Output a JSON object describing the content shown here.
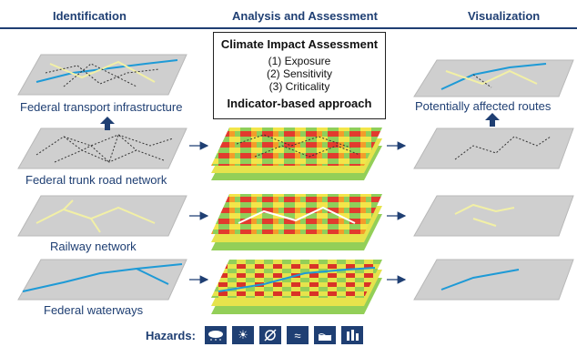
{
  "headers": {
    "identification": "Identification",
    "analysis": "Analysis and Assessment",
    "visualization": "Visualization"
  },
  "assessment_box": {
    "title": "Climate Impact Assessment",
    "items": [
      "(1)  Exposure",
      "(2)  Sensitivity",
      "(3)  Criticality"
    ],
    "approach": "Indicator-based approach"
  },
  "left_labels": {
    "infrastructure": "Federal transport infrastructure",
    "road": "Federal trunk road network",
    "rail": "Railway network",
    "waterways": "Federal waterways"
  },
  "right_labels": {
    "affected": "Potentially affected routes"
  },
  "hazards": {
    "label": "Hazards:",
    "icons": [
      "flood-icon",
      "heat-icon",
      "storm-icon",
      "wave-icon",
      "water-level-icon",
      "landslide-icon"
    ]
  },
  "colors": {
    "header": "#1f3f73",
    "plane": "#cfcfcf",
    "road": "#333333",
    "rail": "#f2f0a6",
    "water": "#1e9ad6",
    "arrow": "#1f3f73"
  }
}
